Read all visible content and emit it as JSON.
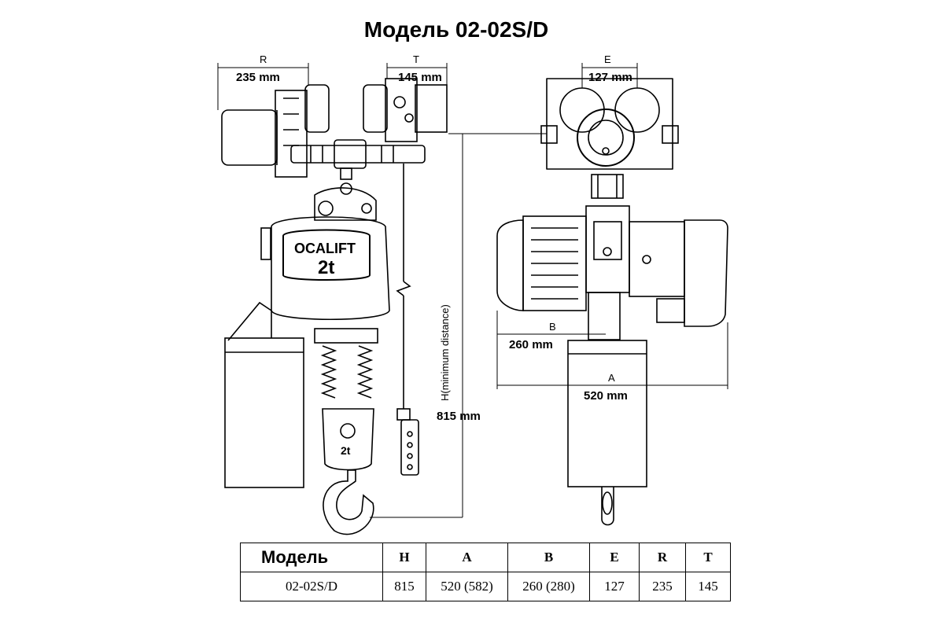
{
  "title": "Модель 02-02S/D",
  "dimensions": {
    "R": {
      "letter": "R",
      "value": "235 mm"
    },
    "T": {
      "letter": "T",
      "value": "145 mm"
    },
    "E": {
      "letter": "E",
      "value": "127 mm"
    },
    "B": {
      "letter": "B",
      "value": "260 mm"
    },
    "A": {
      "letter": "A",
      "value": "520 mm"
    },
    "H": {
      "letter": "H(minimum distance)",
      "value": "815 mm"
    }
  },
  "hoist": {
    "brand": "OCALIFT",
    "capacity_body": "2t",
    "capacity_hook": "2t"
  },
  "table": {
    "headers": [
      "Модель",
      "H",
      "A",
      "B",
      "E",
      "R",
      "T"
    ],
    "row": [
      "02-02S/D",
      "815",
      "520 (582)",
      "260 (280)",
      "127",
      "235",
      "145"
    ]
  }
}
